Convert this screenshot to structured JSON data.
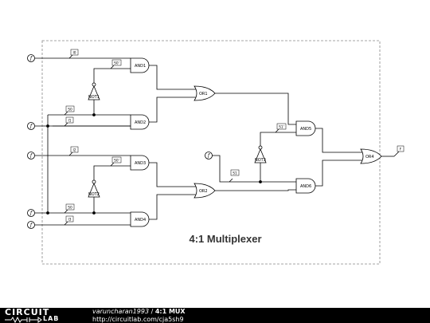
{
  "diagram": {
    "title": "4:1 Multiplexer",
    "gates": {
      "and1": "AND1",
      "and2": "AND2",
      "and3": "AND3",
      "and4": "AND4",
      "and5": "AND5",
      "and6": "AND6",
      "or1": "OR1",
      "or2": "OR2",
      "or4": "OR4",
      "not1": "NOT1",
      "not2": "NOT2",
      "not3": "NOT3"
    },
    "inputs": {
      "f1": "f",
      "f2": "f",
      "f3": "f",
      "f4": "f",
      "f5": "f",
      "f6": "f"
    },
    "nets": {
      "i0": "I0",
      "s0p_a": "S0'",
      "s0_a": "S0",
      "i1": "I1",
      "i2": "I2",
      "s0p_b": "S0'",
      "s0_b": "S0",
      "i3": "I3",
      "s1p": "S1'",
      "s1": "S1",
      "f_out": "F"
    }
  },
  "footer": {
    "logo_top": "CIRCUIT",
    "logo_bottom": "LAB",
    "author": "varuncharan1993",
    "separator": " / ",
    "circuit_title": "4:1 MUX",
    "url": "http://circuitlab.com/cja5sh9"
  }
}
